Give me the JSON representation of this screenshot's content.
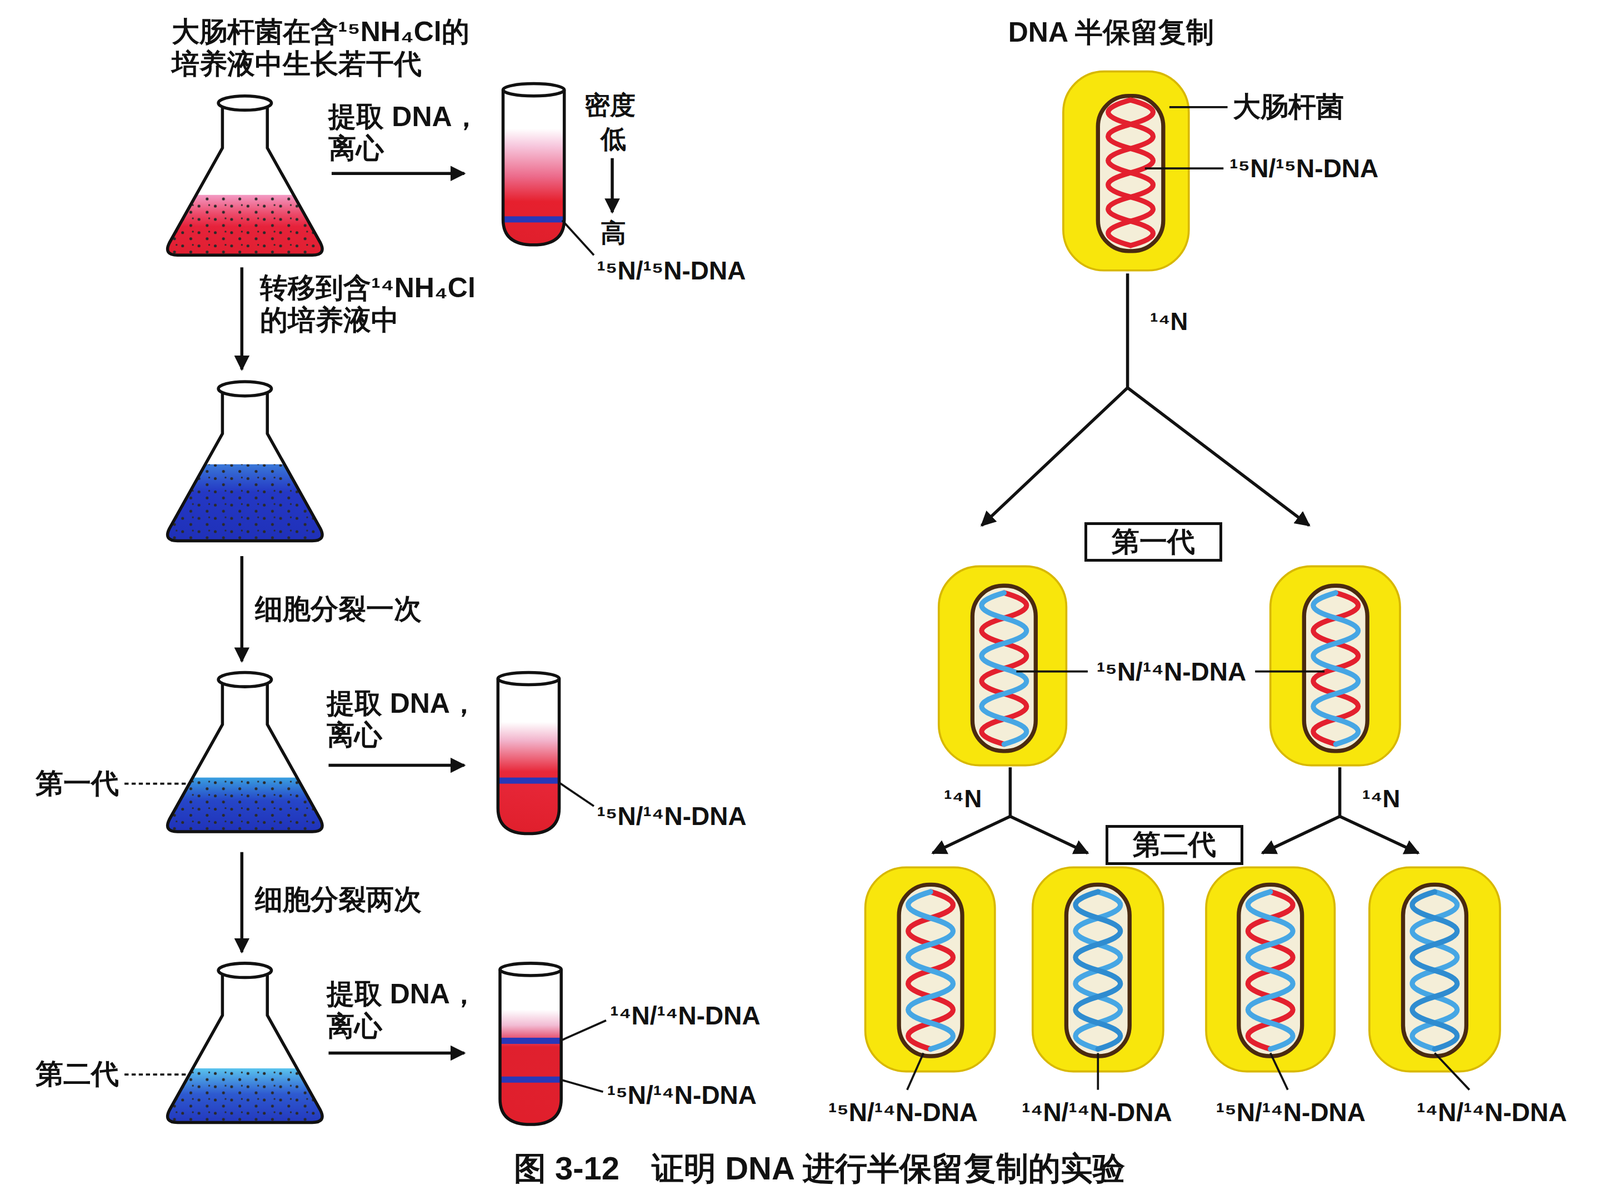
{
  "diagram": {
    "caption": "图 3-12　证明 DNA 进行半保留复制的实验",
    "nodes": [
      {
        "text": [
          "第一代"
        ]
      },
      {
        "text": [
          "第二代"
        ]
      }
    ],
    "labels": [
      "大肠杆菌在含¹⁵NH₄Cl的 培养液中生长若干代",
      "提取 DNA， 离心",
      "密度",
      "低",
      "高",
      "¹⁵N/¹⁵N-DNA",
      "转移到含¹⁴NH₄Cl 的培养液中",
      "细胞分裂一次",
      "第一代",
      "提取 DNA， 离心",
      "¹⁵N/¹⁴N-DNA",
      "细胞分裂两次",
      "第二代",
      "提取 DNA， 离心",
      "¹⁴N/¹⁴N-DNA",
      "¹⁵N/¹⁴N-DNA",
      "DNA 半保留复制",
      "大肠杆菌",
      "¹⁵N/¹⁵N-DNA",
      "¹⁴N",
      "¹⁵N/¹⁴N-DNA",
      "¹⁴N",
      "¹⁴N",
      "¹⁵N/¹⁴N-DNA",
      "¹⁴N/¹⁴N-DNA",
      "¹⁵N/¹⁴N-DNA",
      "¹⁴N/¹⁴N-DNA"
    ]
  }
}
